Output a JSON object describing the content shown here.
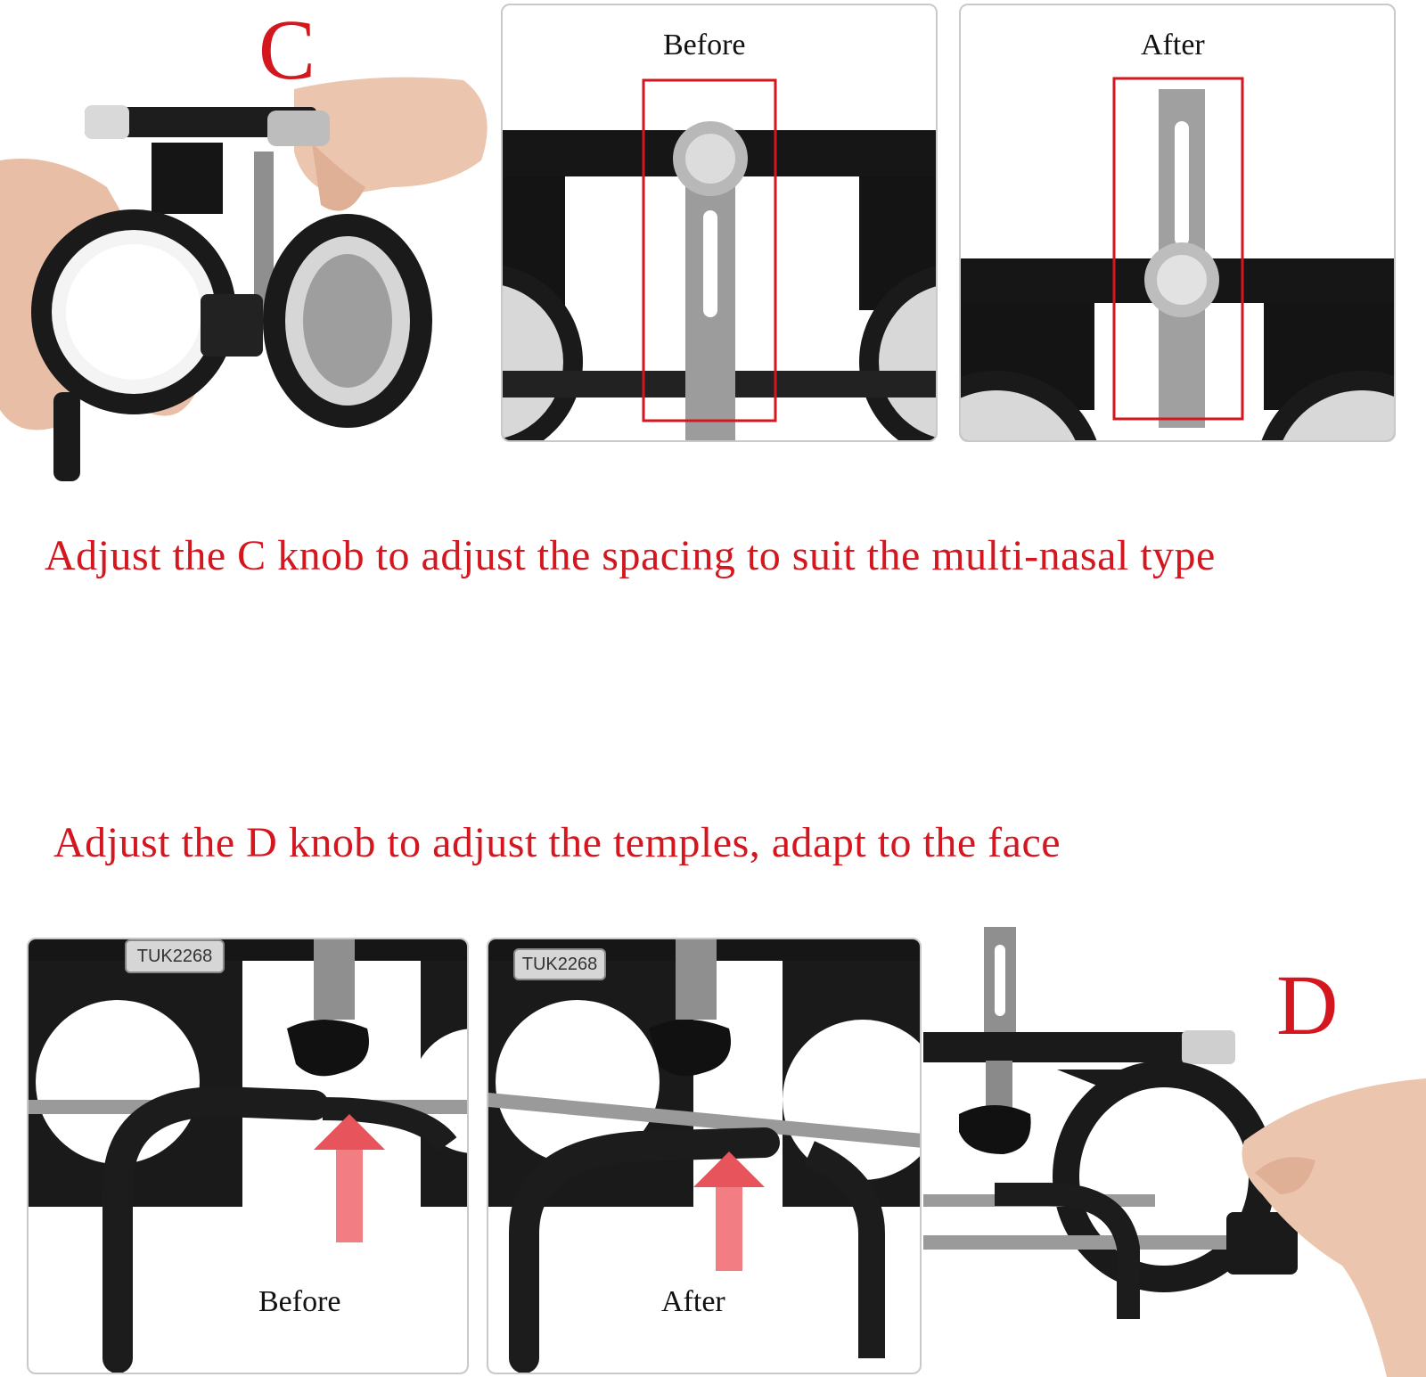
{
  "section_c": {
    "letter": "C",
    "caption": "Adjust the C knob to adjust the spacing to suit the multi-nasal type",
    "before_label": "Before",
    "after_label": "After"
  },
  "section_d": {
    "letter": "D",
    "caption": "Adjust the D knob to adjust the temples, adapt to the face",
    "before_label": "Before",
    "after_label": "After",
    "frame_tag": "TUK2268"
  },
  "colors": {
    "accent_red": "#d4161f",
    "frame_black": "#1a1a1a",
    "metal": "#9a9a9a"
  }
}
